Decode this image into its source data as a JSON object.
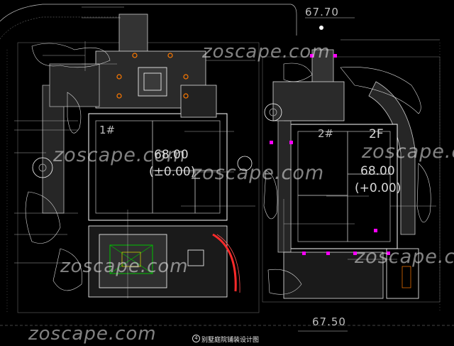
{
  "elevations": {
    "top_right": "67.70",
    "bottom_right": "67.50"
  },
  "left_building": {
    "floor_label": "1#",
    "level": "68.00",
    "relative_level": "(±0.00)"
  },
  "right_building": {
    "floor_label": "2#",
    "storeys": "2F",
    "level": "68.00",
    "relative_level": "(+0.00)"
  },
  "watermark": "zoscape.com",
  "drawing_title": {
    "number": "4",
    "text": "别墅庭院铺装设计图"
  },
  "colors": {
    "background": "#000000",
    "linework": "#ffffff",
    "dim_lines": "#b0b0b0",
    "magenta": "#ff00ff",
    "orange": "#ff7a00",
    "red_wall": "#ff2a2a",
    "green": "#00c000",
    "yellow": "#e0e000",
    "paving_fill": "#2a2a2a"
  }
}
